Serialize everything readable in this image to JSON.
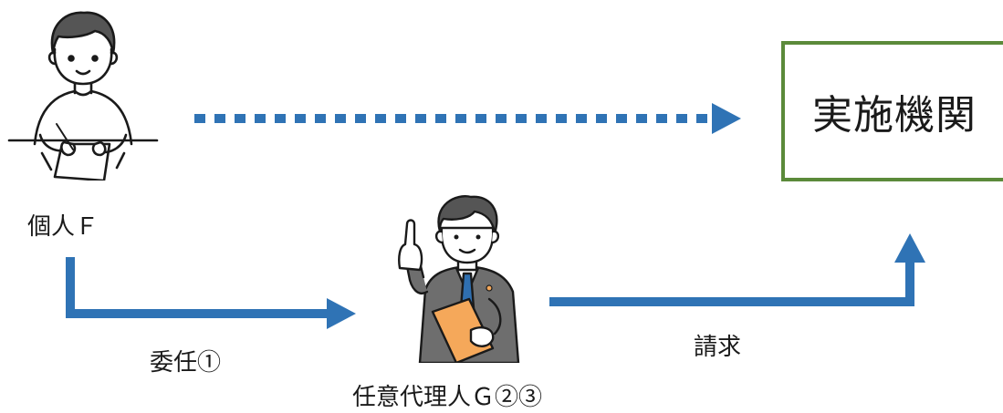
{
  "nodes": {
    "person_f": {
      "label": "個人Ｆ",
      "icon": "person-writing-icon"
    },
    "agent_g": {
      "label": "任意代理人Ｇ②③",
      "icon": "businessman-with-folder-icon"
    },
    "agency": {
      "label": "実施機関"
    }
  },
  "edges": {
    "entrust": {
      "label": "委任①",
      "style": "solid"
    },
    "request": {
      "label": "請求",
      "style": "solid"
    },
    "direct": {
      "label": "",
      "style": "dotted"
    }
  },
  "colors": {
    "arrow": "#2f73b5",
    "agency_border": "#5b8a3a",
    "line_art": "#1a1a1a",
    "agent_tie": "#2f6fb0",
    "agent_folder": "#f5a85a",
    "agent_hair": "#555555",
    "agent_suit": "#6e6e6e"
  }
}
